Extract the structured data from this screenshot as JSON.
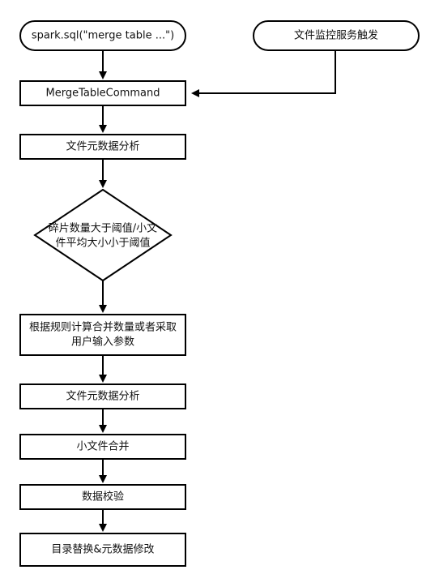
{
  "flowchart": {
    "start": {
      "label": "spark.sql(\"merge table ...\")"
    },
    "trigger": {
      "label": "文件监控服务触发"
    },
    "merge_command": {
      "label": "MergeTableCommand"
    },
    "metadata_analysis_1": {
      "label": "文件元数据分析"
    },
    "decision": {
      "line1": "碎片数量大于阈值/小文",
      "line2": "件平均大小小于阈值"
    },
    "compute_params": {
      "line1": "根据规则计算合并数量或者采取",
      "line2": "用户输入参数"
    },
    "metadata_analysis_2": {
      "label": "文件元数据分析"
    },
    "small_file_merge": {
      "label": "小文件合并"
    },
    "validation": {
      "label": "数据校验"
    },
    "replace_modify": {
      "label": "目录替换&元数据修改"
    }
  }
}
